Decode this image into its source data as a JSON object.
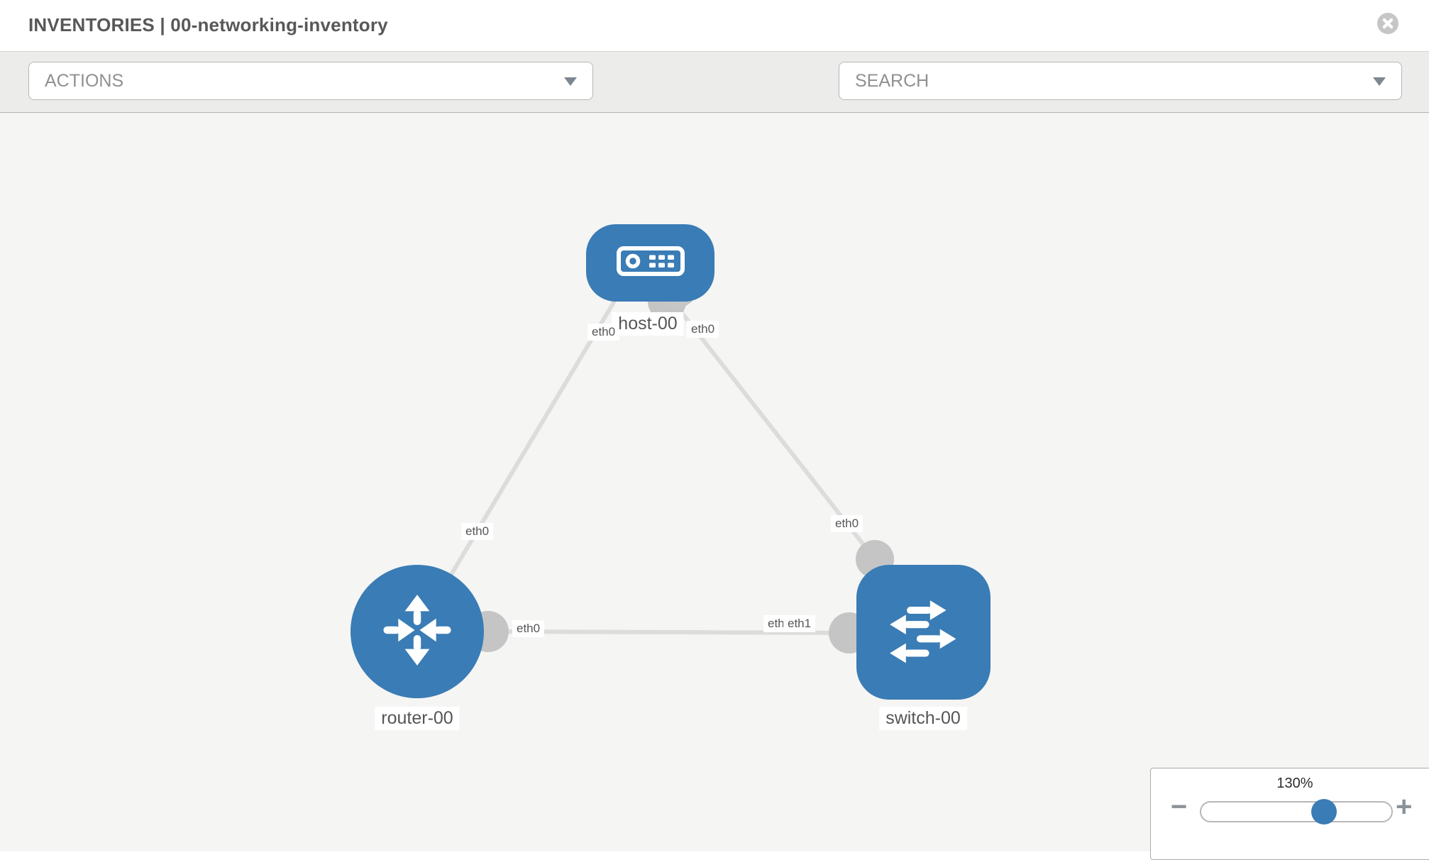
{
  "header": {
    "title": "INVENTORIES | 00-networking-inventory"
  },
  "toolbar": {
    "actions_label": "ACTIONS",
    "search_placeholder": "SEARCH",
    "icons": [
      "wrench-icon",
      "key-icon"
    ]
  },
  "topology": {
    "nodes": [
      {
        "id": "host-00",
        "label": "host-00",
        "type": "host",
        "icon": "server-icon"
      },
      {
        "id": "router-00",
        "label": "router-00",
        "type": "router",
        "icon": "router-arrows-icon"
      },
      {
        "id": "switch-00",
        "label": "switch-00",
        "type": "switch",
        "icon": "switch-arrows-icon"
      }
    ],
    "links": [
      {
        "from": "host-00",
        "to": "router-00"
      },
      {
        "from": "host-00",
        "to": "switch-00"
      },
      {
        "from": "router-00",
        "to": "switch-00"
      }
    ],
    "interface_labels": [
      {
        "text": "eth0"
      },
      {
        "text": "eth0"
      },
      {
        "text": "eth0"
      },
      {
        "text": "eth0"
      },
      {
        "text": "eth0"
      },
      {
        "text": "eth1"
      },
      {
        "text": "eth1"
      }
    ]
  },
  "zoom_control": {
    "level": "130%",
    "minus": "−",
    "plus": "+"
  },
  "colors": {
    "node_blue": "#3a7cb5",
    "link_gray": "#dcdcdc",
    "port_gray": "#c5c5c5",
    "toolbar_bg": "#ececeb",
    "canvas_bg": "#f5f5f4"
  }
}
